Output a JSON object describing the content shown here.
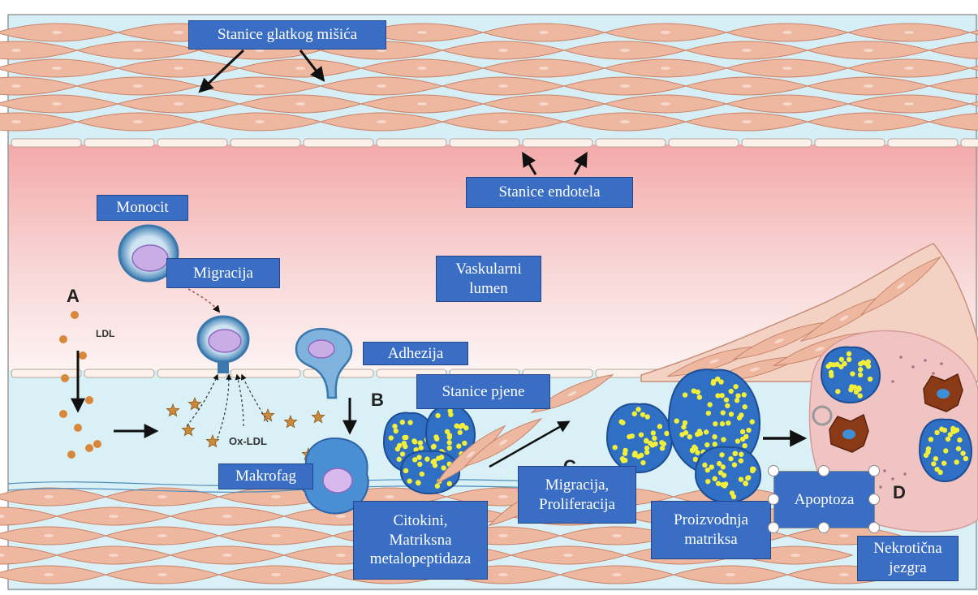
{
  "labels": {
    "smooth_muscle": "Stanice glatkog mišića",
    "endothelium": "Stanice endotela",
    "monocyte": "Monocit",
    "migration": "Migracija",
    "lumen": "Vaskularni\nlumen",
    "adhesion": "Adhezija",
    "foam_cells": "Stanice pjene",
    "macrophage": "Makrofag",
    "cytokines": "Citokini,\nMatriksna\nmetalopeptidaza",
    "migration_proliferation": "Migracija,\nProliferacija",
    "matrix_production": "Proizvodnja\nmatriksa",
    "apoptosis": "Apoptoza",
    "necrotic_core": "Nekrotična\njezgra"
  },
  "markers": {
    "a": "A",
    "b": "B",
    "c": "C",
    "d": "D",
    "ldl": "LDL",
    "ox_ldl": "Ox-LDL"
  },
  "colors": {
    "label_bg": "#3a6ec5",
    "lumen": "#f4c6c6",
    "muscle_cell": "#eeb8a0",
    "tissue": "#d9f0f6",
    "foam_yellow": "#f2ef3a",
    "foam_blue": "#2f6fc4"
  }
}
